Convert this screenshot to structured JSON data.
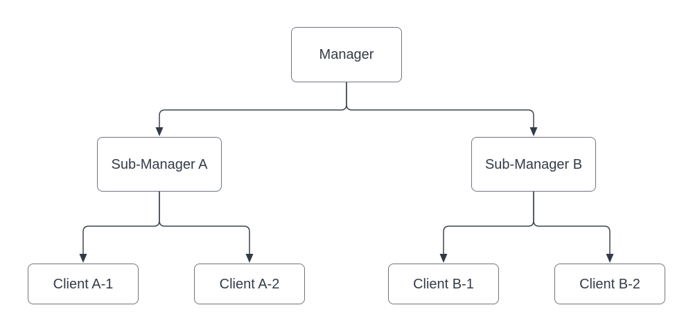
{
  "diagram": {
    "type": "org-chart",
    "nodes": [
      {
        "id": "manager",
        "label": "Manager"
      },
      {
        "id": "sub-manager-a",
        "label": "Sub-Manager A"
      },
      {
        "id": "sub-manager-b",
        "label": "Sub-Manager B"
      },
      {
        "id": "client-a-1",
        "label": "Client A-1"
      },
      {
        "id": "client-a-2",
        "label": "Client A-2"
      },
      {
        "id": "client-b-1",
        "label": "Client B-1"
      },
      {
        "id": "client-b-2",
        "label": "Client B-2"
      }
    ],
    "edges": [
      {
        "from": "manager",
        "to": "sub-manager-a"
      },
      {
        "from": "manager",
        "to": "sub-manager-b"
      },
      {
        "from": "sub-manager-a",
        "to": "client-a-1"
      },
      {
        "from": "sub-manager-a",
        "to": "client-a-2"
      },
      {
        "from": "sub-manager-b",
        "to": "client-b-1"
      },
      {
        "from": "sub-manager-b",
        "to": "client-b-2"
      }
    ],
    "colors": {
      "background": "#ffffff",
      "node_fill": "#ffffff",
      "node_border": "#6e747e",
      "text": "#333b47",
      "line": "#3b4350",
      "arrow": "#333a46"
    }
  }
}
